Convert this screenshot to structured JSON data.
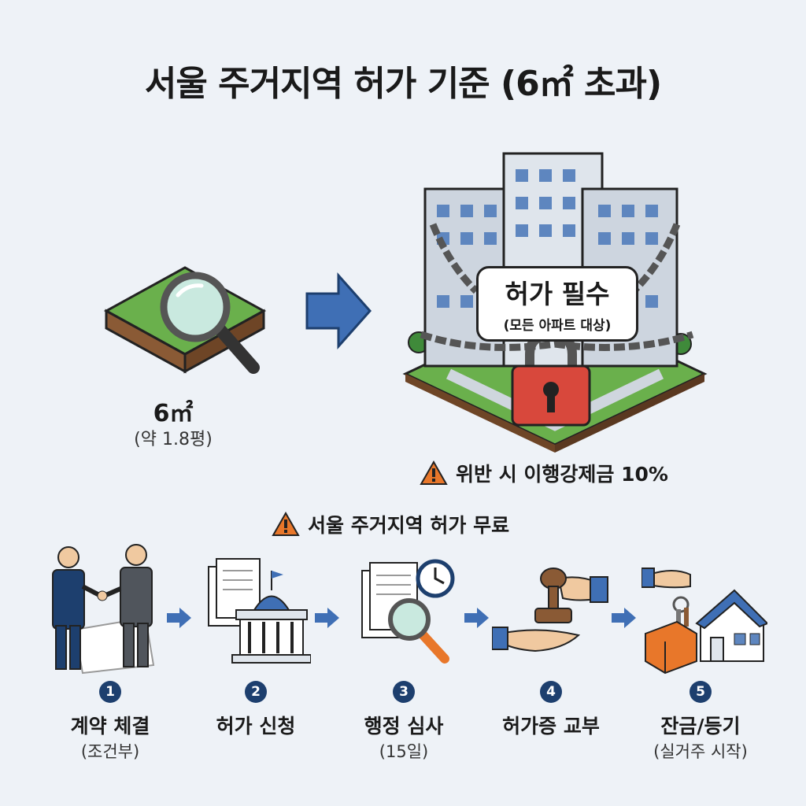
{
  "title": {
    "text": "서울 주거지역 허가 기준 (6㎡ 초과)"
  },
  "area": {
    "value": "6㎡",
    "note": "(약 1.8평)"
  },
  "buildings_sign": {
    "main": "허가 필수",
    "sub": "(모든 아파트 대상)"
  },
  "penalty_warning": {
    "text": "위반 시 이행강제금 10%"
  },
  "process_warning": {
    "text": "서울 주거지역 허가 무료"
  },
  "steps": [
    {
      "num": "1",
      "title": "계약 체결",
      "sub": "(조건부)"
    },
    {
      "num": "2",
      "title": "허가 신청",
      "sub": ""
    },
    {
      "num": "3",
      "title": "행정 심사",
      "sub": "(15일)"
    },
    {
      "num": "4",
      "title": "허가증 교부",
      "sub": ""
    },
    {
      "num": "5",
      "title": "잔금/등기",
      "sub": "(실거주 시작)"
    }
  ],
  "colors": {
    "accent_blue": "#3f6fb5",
    "warning_orange": "#e8772a",
    "lock_red": "#d8483c",
    "grass_green": "#6ab04c",
    "navy": "#1d3f6e"
  },
  "icons": [
    "magnifier-on-land-icon",
    "right-arrow-icon",
    "chained-buildings-icon",
    "padlock-icon",
    "warning-icon",
    "handshake-icon",
    "government-building-icon",
    "document-review-icon",
    "stamp-hand-icon",
    "keys-and-house-icon"
  ]
}
